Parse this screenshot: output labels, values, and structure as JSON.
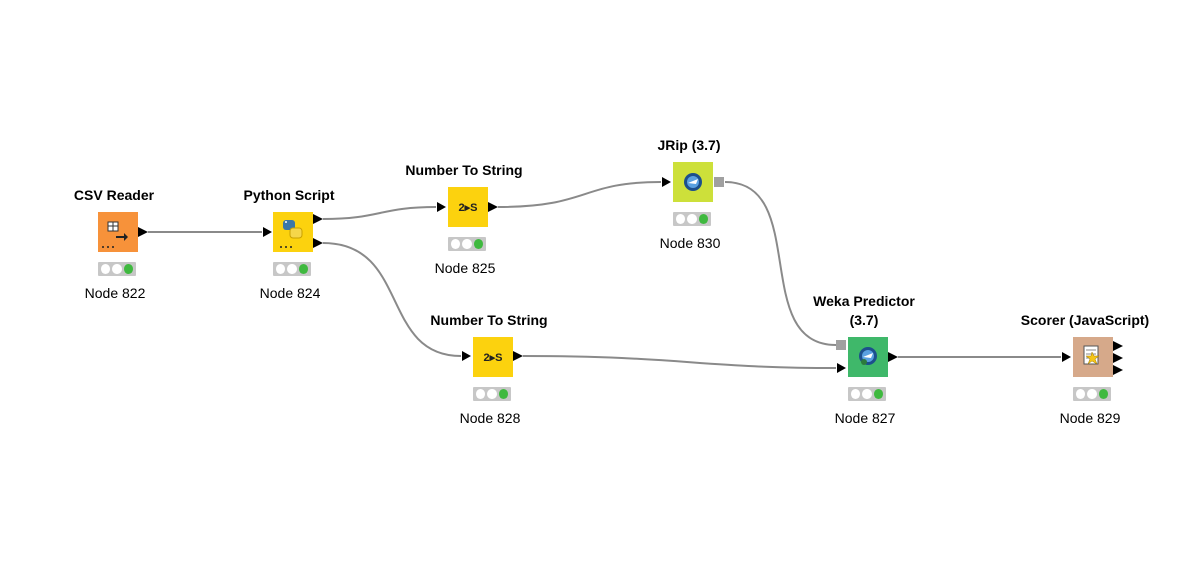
{
  "workflow": {
    "nodes": [
      {
        "id": "n822",
        "title": "CSV Reader",
        "label": "Node 822",
        "color": "#f7923a",
        "icon": "csv-reader-icon",
        "status": "executed"
      },
      {
        "id": "n824",
        "title": "Python Script",
        "label": "Node 824",
        "color": "#fcd20e",
        "icon": "python-icon",
        "status": "executed"
      },
      {
        "id": "n825",
        "title": "Number To String",
        "label": "Node 825",
        "color": "#fcd20e",
        "icon": "number-to-string-icon",
        "status": "executed"
      },
      {
        "id": "n828",
        "title": "Number To String",
        "label": "Node 828",
        "color": "#fcd20e",
        "icon": "number-to-string-icon",
        "status": "executed"
      },
      {
        "id": "n830",
        "title": "JRip (3.7)",
        "label": "Node 830",
        "color": "#cde03a",
        "icon": "weka-learner-icon",
        "status": "executed"
      },
      {
        "id": "n827",
        "title": "Weka Predictor (3.7)",
        "label": "Node 827",
        "color": "#3fb86a",
        "icon": "weka-predictor-icon",
        "status": "executed"
      },
      {
        "id": "n829",
        "title": "Scorer (JavaScript)",
        "label": "Node 829",
        "color": "#d6a98a",
        "icon": "scorer-icon",
        "status": "executed"
      }
    ],
    "connections": [
      {
        "from": "n822",
        "to": "n824"
      },
      {
        "from": "n824",
        "to": "n825"
      },
      {
        "from": "n824",
        "to": "n828"
      },
      {
        "from": "n825",
        "to": "n830"
      },
      {
        "from": "n830",
        "to": "n827"
      },
      {
        "from": "n828",
        "to": "n827"
      },
      {
        "from": "n827",
        "to": "n829"
      }
    ],
    "icon_text": {
      "number_to_string": "2▸S"
    }
  }
}
